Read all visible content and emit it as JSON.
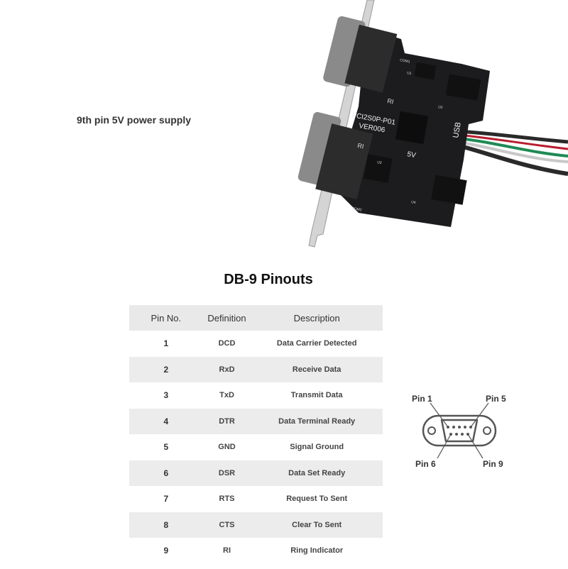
{
  "caption": "9th pin 5V power supply",
  "board": {
    "model": "PCI2S0P-P01",
    "version": "VER006",
    "label_5v": "5V",
    "label_usb": "USB",
    "label_com1": "COM1",
    "label_com2": "COM2",
    "label_ri_top": "RI",
    "label_ri_bottom": "RI",
    "chip_u1": "U1",
    "chip_u2": "U2",
    "chip_u3": "U3",
    "chip_u4": "U4"
  },
  "pinout": {
    "title": "DB-9 Pinouts",
    "headers": [
      "Pin No.",
      "Definition",
      "Description"
    ],
    "rows": [
      {
        "pin": "1",
        "def": "DCD",
        "desc": "Data Carrier Detected"
      },
      {
        "pin": "2",
        "def": "RxD",
        "desc": "Receive Data"
      },
      {
        "pin": "3",
        "def": "TxD",
        "desc": "Transmit Data"
      },
      {
        "pin": "4",
        "def": "DTR",
        "desc": "Data Terminal Ready"
      },
      {
        "pin": "5",
        "def": "GND",
        "desc": "Signal Ground"
      },
      {
        "pin": "6",
        "def": "DSR",
        "desc": "Data Set Ready"
      },
      {
        "pin": "7",
        "def": "RTS",
        "desc": "Request To Sent"
      },
      {
        "pin": "8",
        "def": "CTS",
        "desc": "Clear To Sent"
      },
      {
        "pin": "9",
        "def": "RI",
        "desc": "Ring Indicator"
      }
    ]
  },
  "connector": {
    "pin1": "Pin 1",
    "pin5": "Pin 5",
    "pin6": "Pin 6",
    "pin9": "Pin 9"
  }
}
